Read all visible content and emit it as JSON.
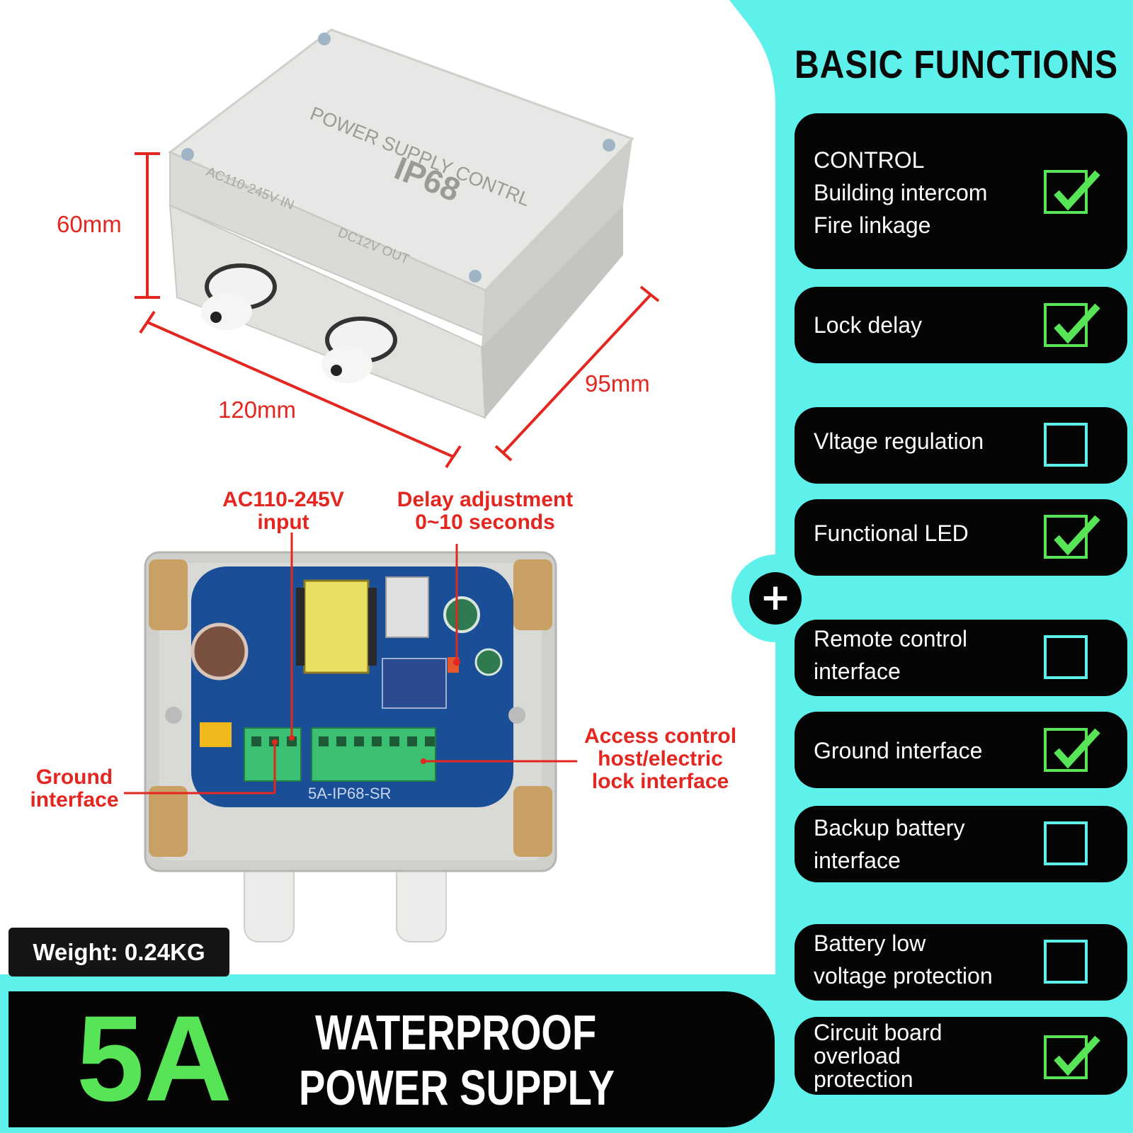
{
  "dimensions": {
    "height": "60mm",
    "length": "120mm",
    "depth": "95mm"
  },
  "enclosure_lid": {
    "title": "POWER SUPPLY CONTRL",
    "rating": "IP68",
    "input_label": "AC110-245V IN",
    "output_label": "DC12V OUT"
  },
  "callouts": {
    "ac_input": [
      "AC110-245V",
      "input"
    ],
    "delay": [
      "Delay adjustment",
      "0~10 seconds"
    ],
    "ground": [
      "Ground",
      "interface"
    ],
    "access": [
      "Access control",
      "host/electric",
      "lock interface"
    ],
    "board_label": "5A-IP68-SR"
  },
  "weight": "Weight: 0.24KG",
  "banner": {
    "amp": "5A",
    "line1": "WATERPROOF",
    "line2": "POWER SUPPLY"
  },
  "panel": {
    "title": "BASIC FUNCTIONS",
    "plus": "+",
    "check_color": "#57e457",
    "box_color": "#5ef0ea",
    "items": [
      {
        "lines": [
          "CONTROL",
          "Building intercom",
          "Fire linkage"
        ],
        "checked": true
      },
      {
        "lines": [
          "Lock delay"
        ],
        "checked": true
      },
      {
        "lines": [
          "Vltage regulation"
        ],
        "checked": false
      },
      {
        "lines": [
          "Functional LED"
        ],
        "checked": true
      },
      {
        "lines": [
          "Remote control",
          "interface"
        ],
        "checked": false
      },
      {
        "lines": [
          "Ground interface"
        ],
        "checked": true
      },
      {
        "lines": [
          "Backup battery",
          "interface"
        ],
        "checked": false
      },
      {
        "lines": [
          "Battery low",
          "voltage protection"
        ],
        "checked": false
      },
      {
        "lines": [
          "Circuit board",
          "overload",
          "protection"
        ],
        "checked": true
      }
    ]
  }
}
